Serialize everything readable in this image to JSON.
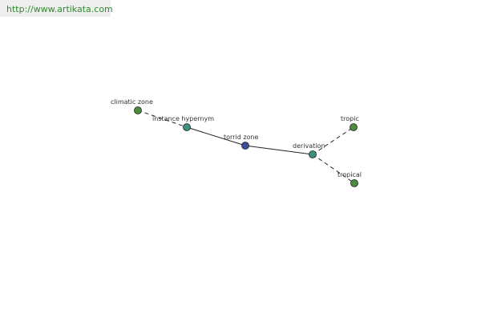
{
  "banner": {
    "url_text": "http://www.artikata.com"
  },
  "colors": {
    "banner_bg": "#eeeeee",
    "link": "#2e8b2e",
    "center_node": "#3d4d9a",
    "relation_node": "#3f8f80",
    "leaf_node": "#4c8c3c",
    "edge": "#222222"
  },
  "graph": {
    "nodes": [
      {
        "id": "climatic-zone",
        "label": "climatic zone",
        "kind": "leaf"
      },
      {
        "id": "instance-hypernym",
        "label": "instance hypernym",
        "kind": "relation"
      },
      {
        "id": "torrid-zone",
        "label": "torrid zone",
        "kind": "center"
      },
      {
        "id": "derivation",
        "label": "derivation",
        "kind": "relation"
      },
      {
        "id": "tropic",
        "label": "tropic",
        "kind": "leaf"
      },
      {
        "id": "tropical",
        "label": "tropical",
        "kind": "leaf"
      }
    ],
    "edges": [
      {
        "from": "climatic-zone",
        "to": "instance-hypernym",
        "style": "dashed"
      },
      {
        "from": "instance-hypernym",
        "to": "torrid-zone",
        "style": "solid"
      },
      {
        "from": "torrid-zone",
        "to": "derivation",
        "style": "solid"
      },
      {
        "from": "derivation",
        "to": "tropic",
        "style": "dashed"
      },
      {
        "from": "derivation",
        "to": "tropical",
        "style": "dashed"
      }
    ]
  }
}
